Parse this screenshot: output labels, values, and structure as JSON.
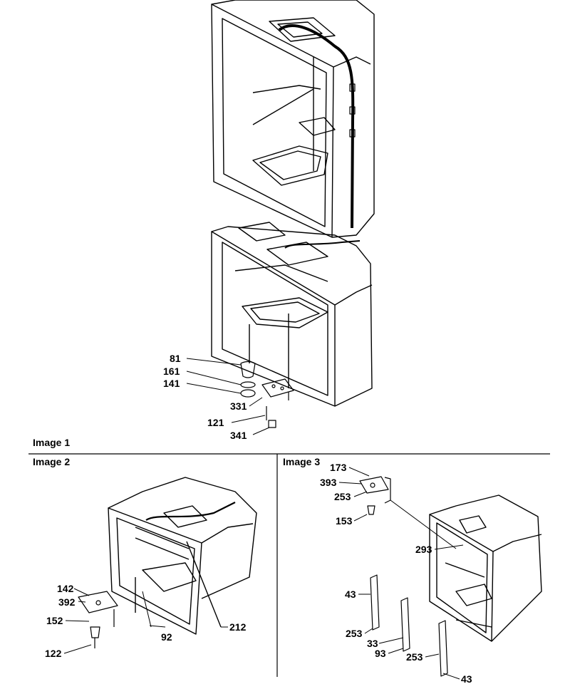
{
  "panels": {
    "image1": "Image 1",
    "image2": "Image 2",
    "image3": "Image 3"
  },
  "callouts": {
    "p1": [
      "81",
      "161",
      "141",
      "331",
      "121",
      "341"
    ],
    "p2": [
      "142",
      "392",
      "152",
      "122",
      "92",
      "212"
    ],
    "p3": [
      "173",
      "393",
      "253",
      "153",
      "293",
      "43",
      "253",
      "33",
      "93",
      "253",
      "43"
    ]
  },
  "colors": {
    "line": "#000000",
    "background": "#ffffff"
  }
}
